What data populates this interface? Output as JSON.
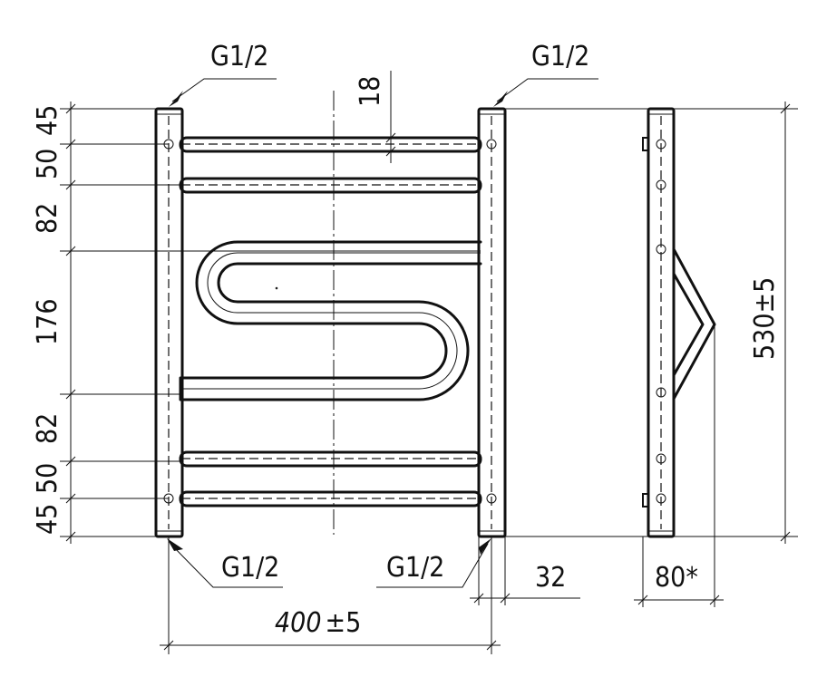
{
  "labels": {
    "thread_top_left": "G1/2",
    "thread_top_right": "G1/2",
    "thread_bottom_left": "G1/2",
    "thread_bottom_right": "G1/2",
    "dim_18": "18",
    "dim_45_top": "45",
    "dim_50_top": "50",
    "dim_82_top": "82",
    "dim_176": "176",
    "dim_82_bottom": "82",
    "dim_50_bottom": "50",
    "dim_45_bottom": "45",
    "dim_32": "32",
    "dim_80": "80*",
    "dim_width_value": "400",
    "dim_width_tol": "±5",
    "dim_height": "530±5"
  }
}
